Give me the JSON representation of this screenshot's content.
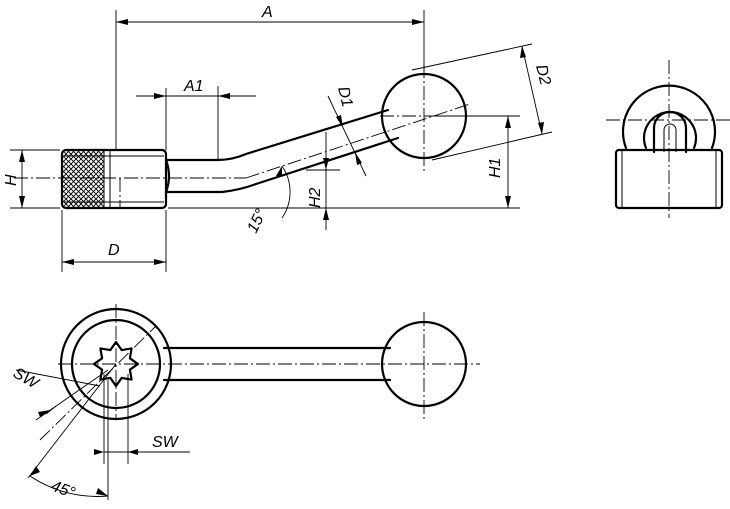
{
  "colors": {
    "line": "#000000",
    "background": "#ffffff"
  },
  "labels": {
    "A": "A",
    "A1": "A1",
    "D1": "D1",
    "D2": "D2",
    "H": "H",
    "H1": "H1",
    "H2": "H2",
    "D": "D",
    "angle15": "15°",
    "angle45": "45°",
    "SW_left": "SW",
    "SW_bottom": "SW"
  }
}
